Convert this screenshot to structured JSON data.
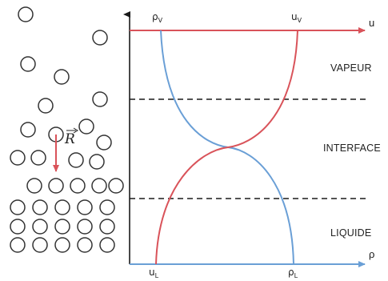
{
  "labels": {
    "u_axis": "u",
    "rho_axis": "ρ",
    "rho_v": "ρ",
    "rho_v_sub": "V",
    "u_v": "u",
    "u_v_sub": "V",
    "u_l": "u",
    "u_l_sub": "L",
    "rho_l": "ρ",
    "rho_l_sub": "L",
    "vector_r": "R"
  },
  "zones": {
    "vapeur": "VAPEUR",
    "interface": "INTERFACE",
    "liquide": "LIQUIDE"
  },
  "colors": {
    "u_curve": "#d9535a",
    "rho_curve": "#6a9fd6",
    "axes": "#1a1a1a",
    "arrow": "#d9535a",
    "molecule": "#333333"
  }
}
